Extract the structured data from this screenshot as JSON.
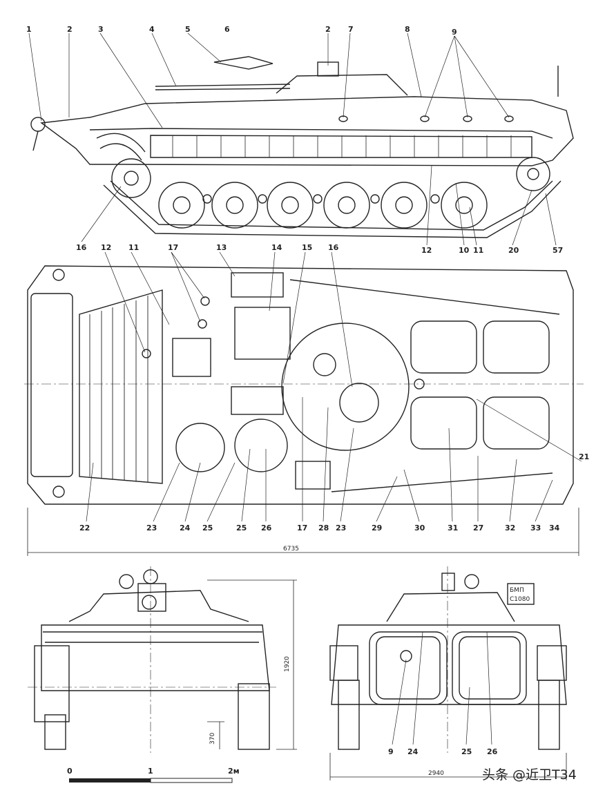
{
  "side_view": {
    "callouts": [
      "1",
      "2",
      "3",
      "4",
      "5",
      "6",
      "2",
      "7",
      "8",
      "9",
      "16",
      "12",
      "10",
      "11",
      "20",
      "57"
    ]
  },
  "top_view": {
    "callouts": [
      "12",
      "11",
      "17",
      "13",
      "14",
      "15",
      "16",
      "21",
      "22",
      "23",
      "24",
      "25",
      "25",
      "26",
      "17",
      "28",
      "23",
      "29",
      "30",
      "31",
      "27",
      "32",
      "33",
      "34"
    ],
    "dim_length": "6735"
  },
  "front_view": {
    "dim_height": "1920",
    "dim_clearance": "370"
  },
  "rear_view": {
    "callouts": [
      "9",
      "24",
      "25",
      "26"
    ],
    "dim_width": "2940",
    "plate_top": "БМП",
    "plate_bottom": "С1080"
  },
  "scale_bar": {
    "labels": [
      "0",
      "1",
      "2м"
    ]
  },
  "watermark": "头条 @近卫T34"
}
